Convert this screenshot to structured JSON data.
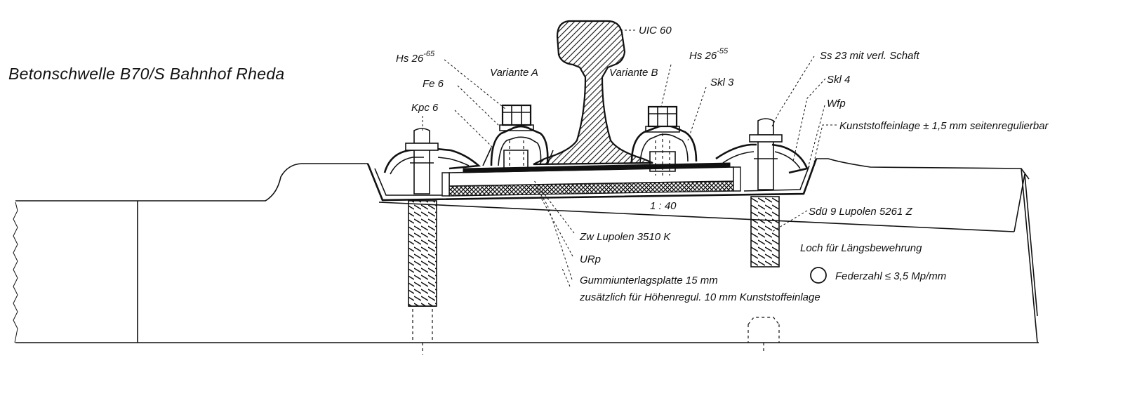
{
  "title": "Betonschwelle B70/S Bahnhof Rheda",
  "labels": {
    "rail": "UIC 60",
    "hs26_65_base": "Hs 26",
    "hs26_65_sup": "-65",
    "fe6": "Fe 6",
    "kpc6": "Kpc 6",
    "variante_a": "Variante A",
    "variante_b": "Variante B",
    "hs26_55_base": "Hs 26",
    "hs26_55_sup": "-55",
    "skl3": "Skl 3",
    "ss23": "Ss 23 mit verl. Schaft",
    "skl4": "Skl 4",
    "wfp": "Wfp",
    "kunststoffeinlage": "Kunststoffeinlage  ± 1,5 mm seitenregulierbar",
    "inclination": "1 : 40",
    "sdue9": "Sdü 9 Lupolen 5261 Z",
    "zw": "Zw Lupolen 3510 K",
    "urp": "URp",
    "loch": "Loch für Längsbewehrung",
    "federzahl": "Federzahl  ≤ 3,5 Mp/mm",
    "gummi": "Gummiunterlagsplatte 15 mm",
    "zusaetzlich": "zusätzlich für Höhenregul. 10 mm Kunststoffeinlage"
  },
  "colors": {
    "ink": "#111111",
    "hatch": "#111111",
    "background": "#ffffff"
  }
}
